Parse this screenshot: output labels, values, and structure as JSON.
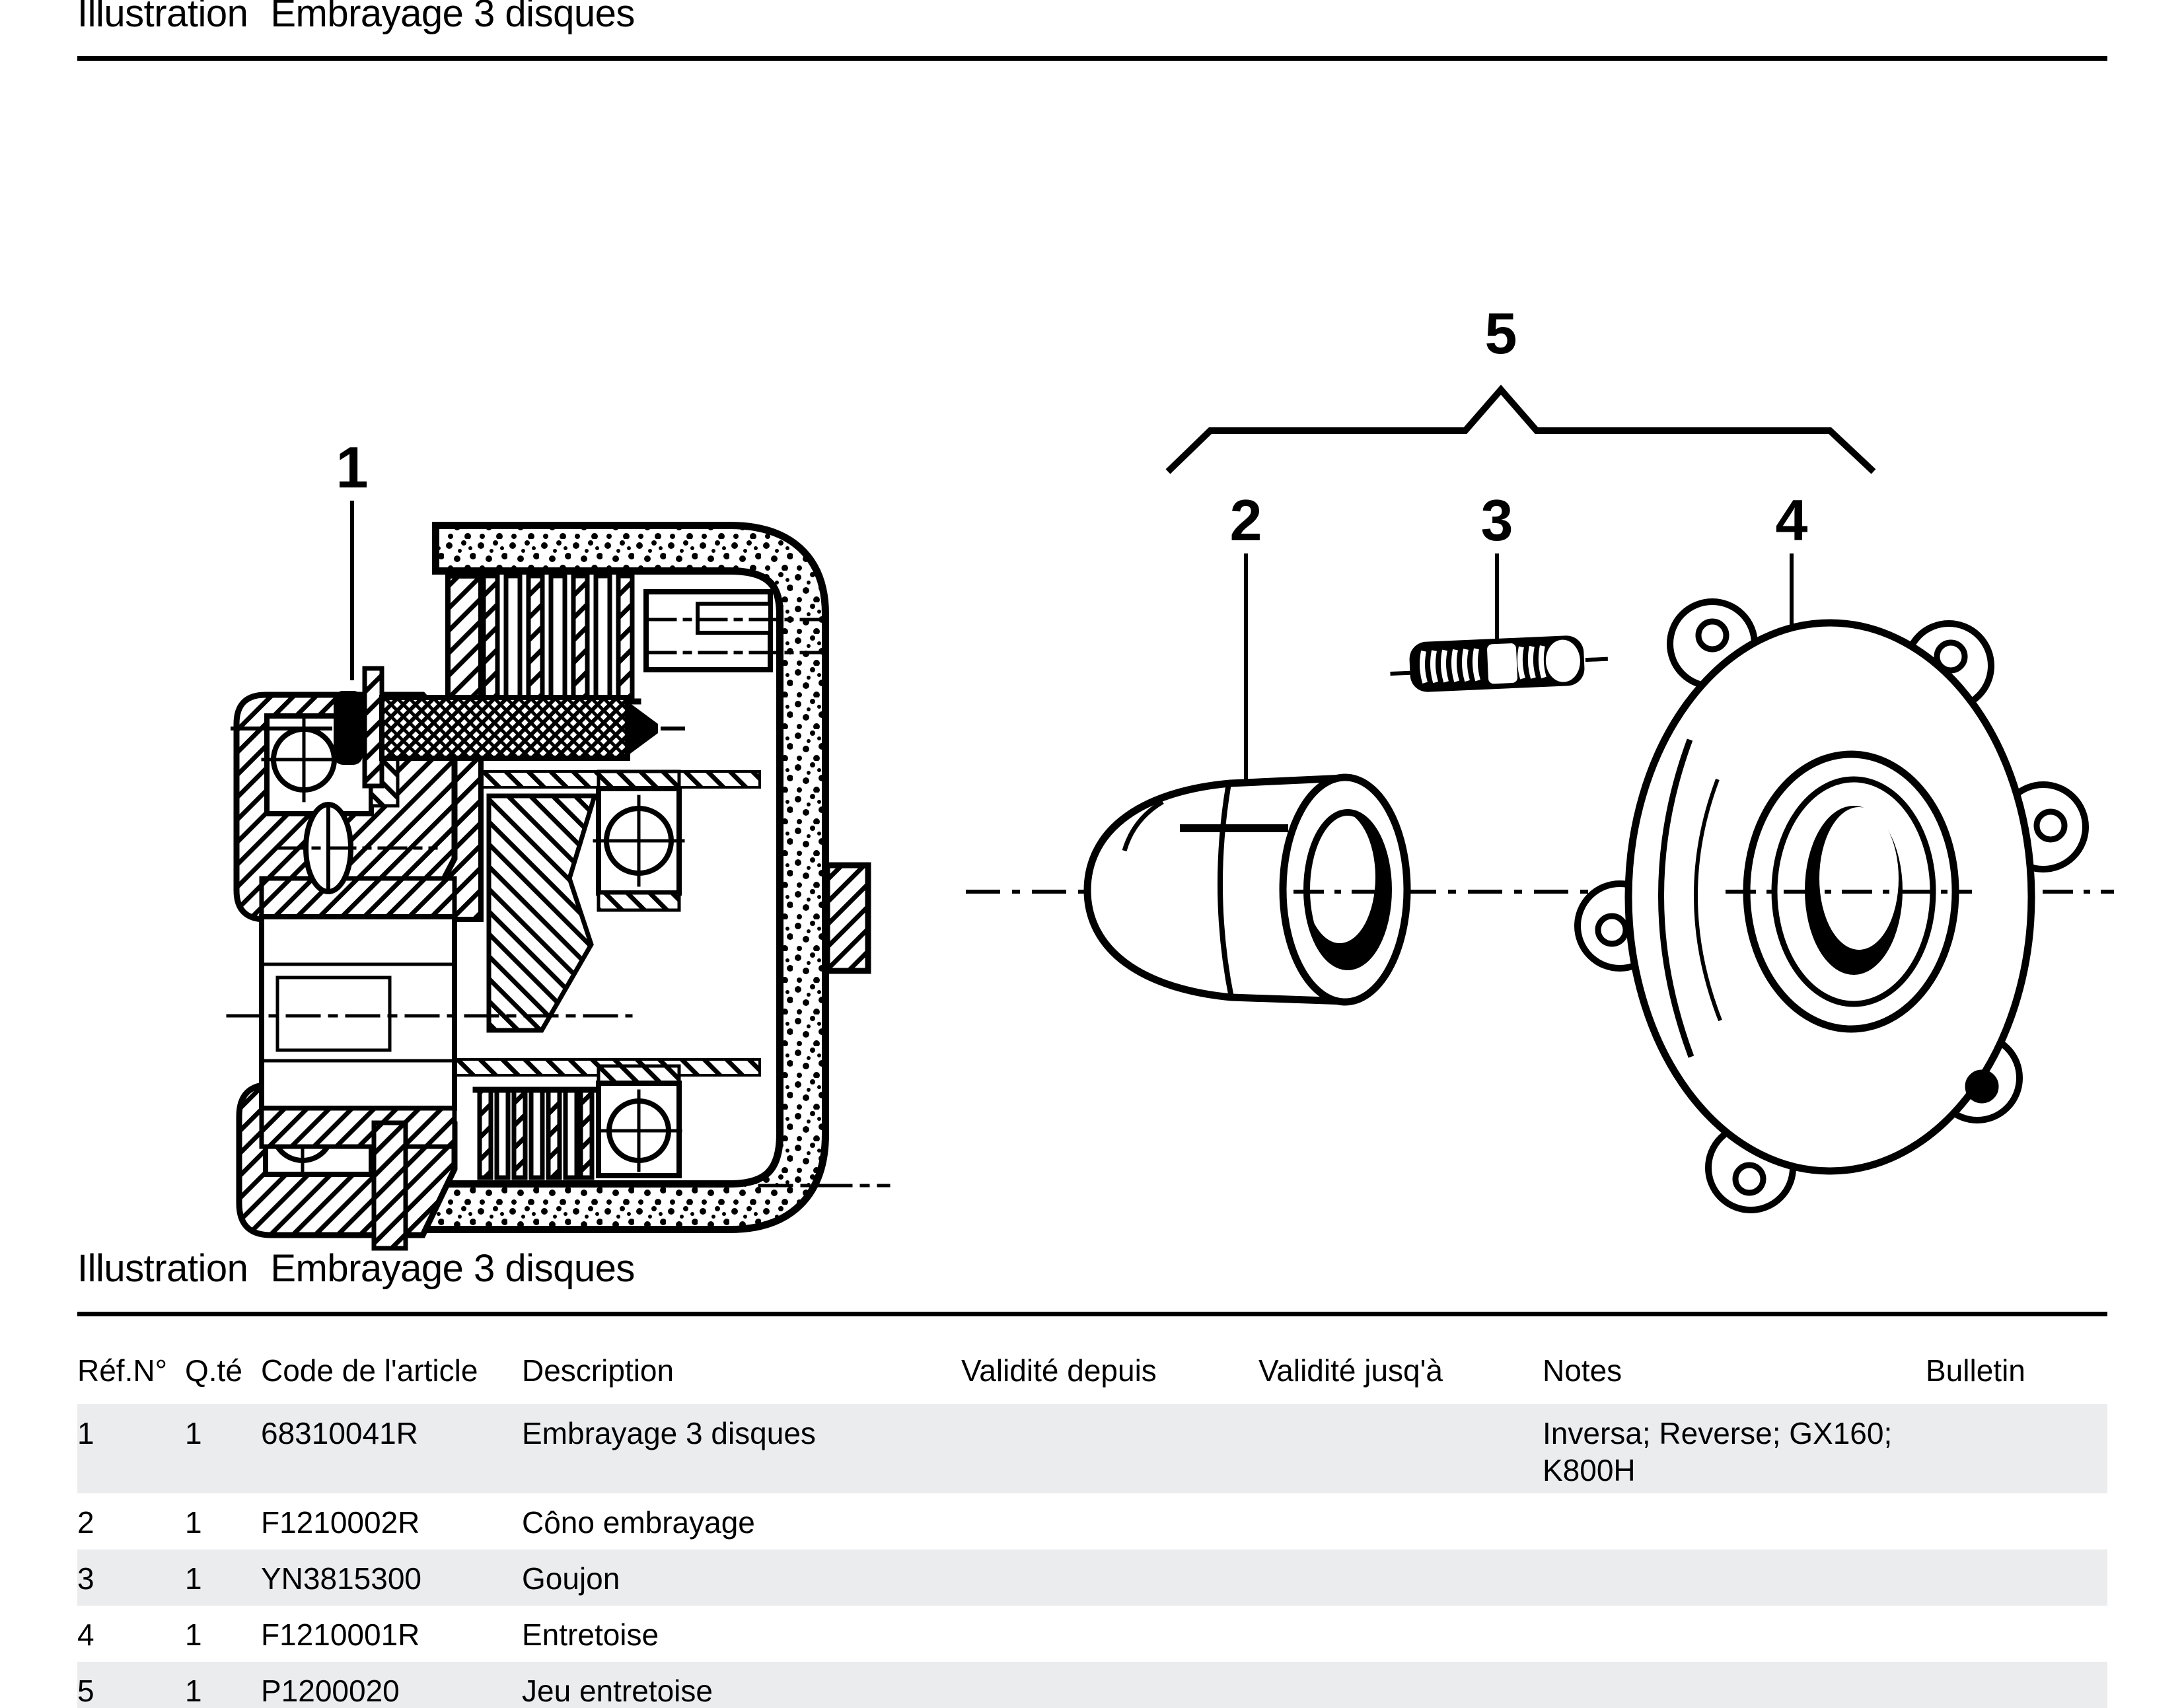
{
  "page": {
    "title_prefix": "Illustration",
    "title_name": "Embrayage 3 disques"
  },
  "figure": {
    "callouts": [
      "1",
      "2",
      "3",
      "4",
      "5"
    ],
    "parts_depicted": [
      "clutch cross-section assembly",
      "clutch cone",
      "threaded stud",
      "spacer flange cover",
      "spacer set bracket group"
    ]
  },
  "table": {
    "headers": [
      "Réf.N°",
      "Q.té",
      "Code de l'article",
      "Description",
      "Validité depuis",
      "Validité jusq'à",
      "Notes",
      "Bulletin"
    ],
    "rows": [
      {
        "ref": "1",
        "qty": "1",
        "code": "68310041R",
        "desc": "Embrayage 3 disques",
        "valid_from": "",
        "valid_to": "",
        "notes": "Inversa; Reverse; GX160; K800H",
        "bulletin": ""
      },
      {
        "ref": "2",
        "qty": "1",
        "code": "F1210002R",
        "desc": "Côno embrayage",
        "valid_from": "",
        "valid_to": "",
        "notes": "",
        "bulletin": ""
      },
      {
        "ref": "3",
        "qty": "1",
        "code": "YN3815300",
        "desc": "Goujon",
        "valid_from": "",
        "valid_to": "",
        "notes": "",
        "bulletin": ""
      },
      {
        "ref": "4",
        "qty": "1",
        "code": "F1210001R",
        "desc": "Entretoise",
        "valid_from": "",
        "valid_to": "",
        "notes": "",
        "bulletin": ""
      },
      {
        "ref": "5",
        "qty": "1",
        "code": "P1200020",
        "desc": "Jeu entretoise",
        "valid_from": "",
        "valid_to": "",
        "notes": "",
        "bulletin": ""
      }
    ]
  },
  "colors": {
    "ink": "#000000",
    "row_shade": "#ebeced",
    "background": "#ffffff"
  }
}
